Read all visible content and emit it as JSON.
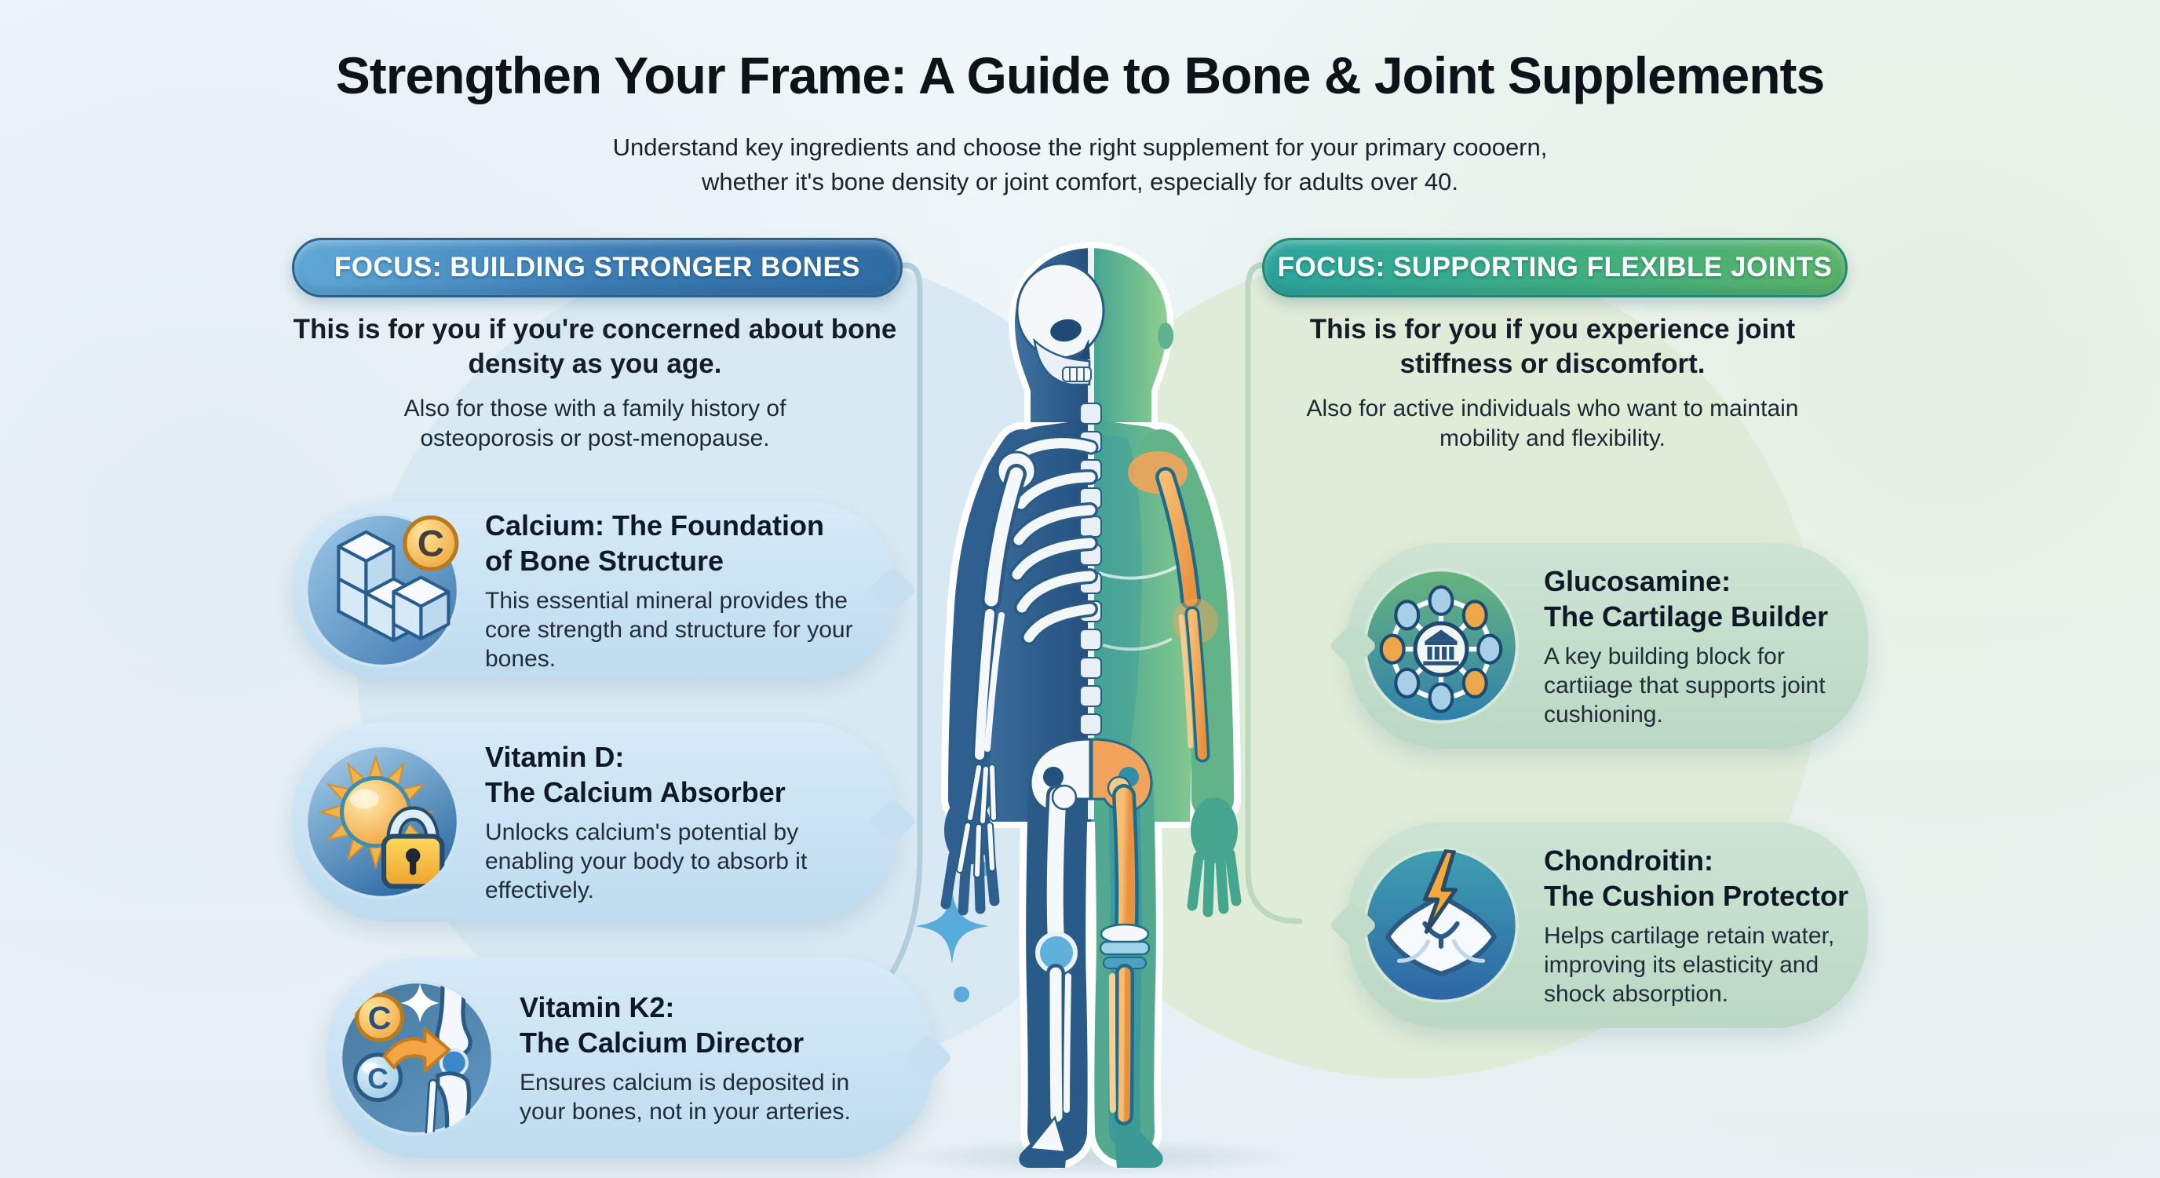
{
  "header": {
    "title": "Strengthen Your Frame: A Guide to Bone & Joint Supplements",
    "subtitle_line1": "Understand key ingredients and choose the right supplement for your primary coooern,",
    "subtitle_line2": "whether it's bone density or joint comfort, especially for adults over 40."
  },
  "bones_section": {
    "banner_label": "FOCUS: BUILDING STRONGER BONES",
    "intro_bold": "This is for you if you're concerned about bone density as you age.",
    "intro_note": "Also for those with a family history of osteoporosis or post-menopause.",
    "cards": [
      {
        "icon": "calcium-cubes-icon",
        "title_line1": "Calcium: The Foundation",
        "title_line2": "of Bone Structure",
        "body": "This essential mineral provides the core strength and structure for your bones."
      },
      {
        "icon": "sun-padlock-icon",
        "title_line1": "Vitamin D:",
        "title_line2": "The Calcium Absorber",
        "body": "Unlocks calcium's potential by enabling your body to absorb it effectively."
      },
      {
        "icon": "calcium-arrow-joint-icon",
        "title_line1": "Vitamin K2:",
        "title_line2": "The Calcium Director",
        "body": "Ensures calcium is deposited in your bones, not in your arteries."
      }
    ]
  },
  "joints_section": {
    "banner_label": "FOCUS: SUPPORTING FLEXIBLE JOINTS",
    "intro_bold": "This is for you if you experience joint stiffness or discomfort.",
    "intro_note": "Also for active individuals who want to maintain mobility and flexibility.",
    "cards": [
      {
        "icon": "molecule-network-icon",
        "title_line1": "Glucosamine:",
        "title_line2": "The Cartilage Builder",
        "body": "A key building block for cartiiage that supports joint cushioning."
      },
      {
        "icon": "pillow-lightning-icon",
        "title_line1": "Chondroitin:",
        "title_line2": "The Cushion Protector",
        "body": "Helps cartilage retain water, improving its elasticity and shock absorption."
      }
    ]
  },
  "glyphs": {
    "coin_letter": "C"
  },
  "colors": {
    "background": "#edf5f8",
    "bones_banner": "#3a7ab2",
    "joints_banner": "#3fae7f",
    "bones_card_bg": "#c9e1f3",
    "joints_card_bg": "#c4ddcc",
    "skeleton_navy": "#2d5f8f",
    "body_green": "#6cbd83",
    "bone_orange": "#f0a452",
    "accent_gold": "#f3ab3e",
    "sparkle_blue": "#57acdc"
  }
}
